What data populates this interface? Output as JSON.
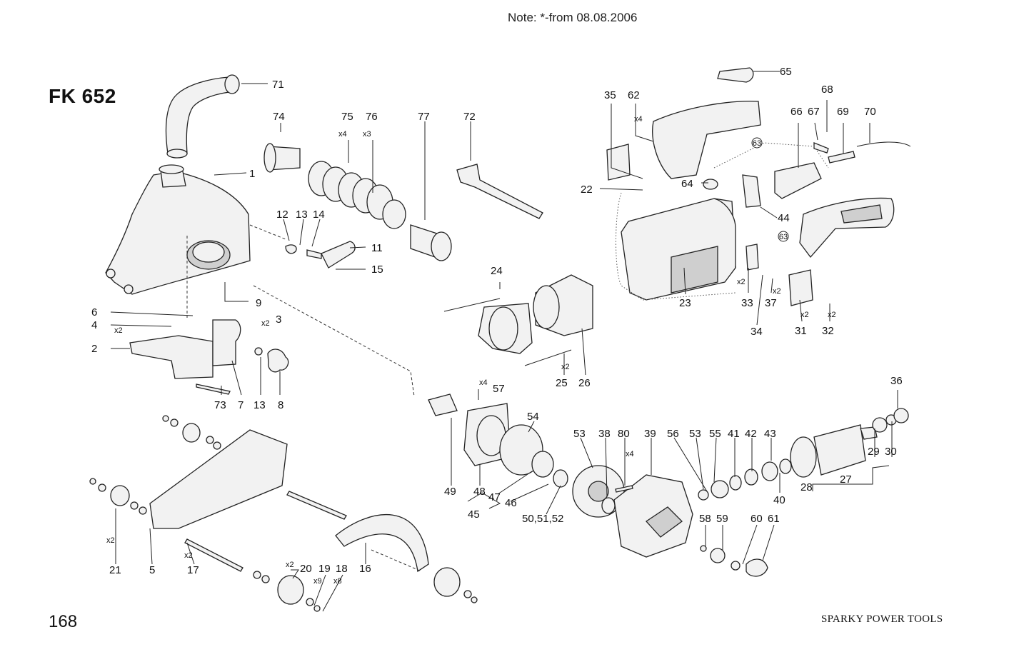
{
  "header": {
    "note": "Note:  *-from 08.08.2006",
    "model": "FK 652"
  },
  "footer": {
    "page_number": "168",
    "brand": "SPARKY POWER TOOLS"
  },
  "labels": {
    "p1": "1",
    "p2": "2",
    "p3": "3",
    "p4": "4",
    "p5": "5",
    "p6": "6",
    "p7": "7",
    "p8": "8",
    "p9": "9",
    "p11": "11",
    "p12": "12",
    "p13a": "13",
    "p13b": "13",
    "p14": "14",
    "p15": "15",
    "p16": "16",
    "p17": "17",
    "p18": "18",
    "p19": "19",
    "p20": "20",
    "p21": "21",
    "p22": "22",
    "p23": "23",
    "p24": "24",
    "p25": "25",
    "p26": "26",
    "p27": "27",
    "p28": "28",
    "p29": "29",
    "p30": "30",
    "p31": "31",
    "p32": "32",
    "p33": "33",
    "p34": "34",
    "p35": "35",
    "p36": "36",
    "p37": "37",
    "p38": "38",
    "p39": "39",
    "p40": "40",
    "p41": "41",
    "p42": "42",
    "p43": "43",
    "p44": "44",
    "p45": "45",
    "p46": "46",
    "p47": "47",
    "p48": "48",
    "p49": "49",
    "p50": "50,51,52",
    "p53a": "53",
    "p53b": "53",
    "p54": "54",
    "p55": "55",
    "p56": "56",
    "p57": "57",
    "p58": "58",
    "p59": "59",
    "p60": "60",
    "p61": "61",
    "p62": "62",
    "p64": "64",
    "p65": "65",
    "p66": "66",
    "p67": "67",
    "p68": "68",
    "p69": "69",
    "p70": "70",
    "p71": "71",
    "p72": "72",
    "p73": "73",
    "p74": "74",
    "p75": "75",
    "p76": "76",
    "p77": "77",
    "p80": "80",
    "ref63a": "63",
    "ref63b": "63"
  },
  "quantities": {
    "q75": "x4",
    "q76": "x3",
    "q62": "x4",
    "q4": "x2",
    "q3": "x2",
    "q21": "x2",
    "q17": "x2",
    "q20": "x2",
    "q19": "x9",
    "q18": "x8",
    "q25": "x2",
    "q57": "x4",
    "q80": "x4",
    "q33": "x2",
    "q37": "x2",
    "q31": "x2",
    "q32": "x2"
  }
}
